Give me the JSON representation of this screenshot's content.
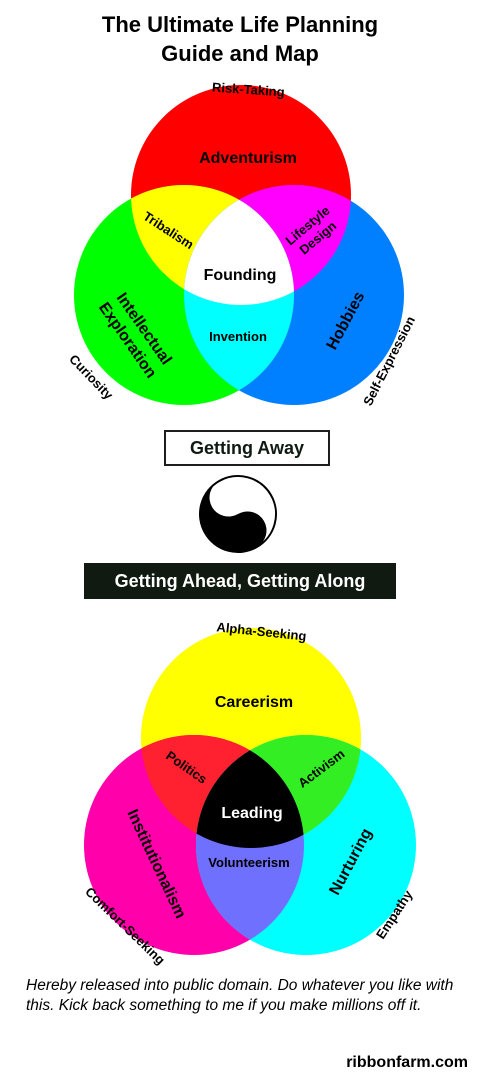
{
  "title_line1": "The Ultimate Life Planning",
  "title_line2": "Guide and Map",
  "top_venn": {
    "outer": {
      "top": "Risk-Taking",
      "left": "Curiosity",
      "right": "Self-Expression"
    },
    "circles": {
      "top": {
        "label": "Adventurism",
        "color": "#ff0000"
      },
      "left": {
        "label_line1": "Intellectual",
        "label_line2": "Exploration",
        "color": "#00ff00"
      },
      "right": {
        "label": "Hobbies",
        "color": "#0080ff"
      }
    },
    "overlaps": {
      "top_left": {
        "label": "Tribalism",
        "color": "#ffff00"
      },
      "top_right": {
        "label_line1": "Lifestyle",
        "label_line2": "Design",
        "color": "#ff00ff"
      },
      "left_right": {
        "label": "Invention",
        "color": "#00ffff"
      },
      "center": {
        "label": "Founding",
        "color": "#ffffff"
      }
    }
  },
  "getting_away": "Getting Away",
  "yin_yang_icon": "yin-yang",
  "getting_ahead": "Getting Ahead, Getting Along",
  "bottom_venn": {
    "outer": {
      "top": "Alpha-Seeking",
      "left": "Comfort-Seeking",
      "right": "Empathy"
    },
    "circles": {
      "top": {
        "label": "Careerism",
        "color": "#ffff00"
      },
      "left": {
        "label": "Institutionalism",
        "color": "#ff00aa"
      },
      "right": {
        "label": "Nurturing",
        "color": "#00ffff"
      }
    },
    "overlaps": {
      "top_left": {
        "label": "Politics",
        "color": "#ff2030"
      },
      "top_right": {
        "label": "Activism",
        "color": "#33ee22"
      },
      "left_right": {
        "label": "Volunteerism",
        "color": "#7070ff"
      },
      "center": {
        "label": "Leading",
        "color": "#000000"
      }
    }
  },
  "footer": "Hereby released into public domain. Do whatever you like with this. Kick back something to me if you make millions off it.",
  "brand": "ribbonfarm.com"
}
